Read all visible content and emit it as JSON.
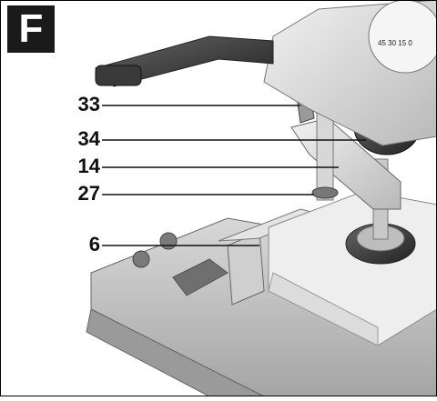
{
  "figure": {
    "label": "F",
    "callouts": [
      "33",
      "34",
      "14",
      "27",
      "6"
    ],
    "scale_text": "45 30 15 0"
  }
}
